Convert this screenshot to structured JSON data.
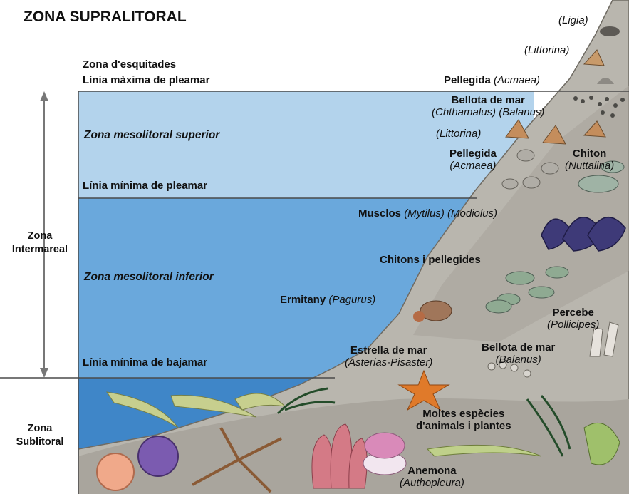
{
  "title": "ZONA SUPRALITORAL",
  "levels": {
    "spray_zone": "Zona d'esquitades",
    "max_high_tide": "Línia màxima de pleamar",
    "upper_mesolittoral": "Zona mesolitoral superior",
    "min_high_tide": "Línia mínima de pleamar",
    "lower_mesolittoral": "Zona mesolitoral inferior",
    "min_low_tide": "Línia mínima de bajamar"
  },
  "side_labels": {
    "intertidal_1": "Zona",
    "intertidal_2": "Intermareal",
    "sublittoral_1": "Zona",
    "sublittoral_2": "Sublitoral"
  },
  "organisms": {
    "ligia": "(Ligia)",
    "littorina_top": "(Littorina)",
    "pellegida_top_name": "Pellegida",
    "pellegida_top_sci": "(Acmaea)",
    "bellota_top_name": "Bellota de mar",
    "bellota_top_sci_1": "(Chthamalus)",
    "bellota_top_sci_2": "(Balanus)",
    "littorina_mid": "(Littorina)",
    "pellegida_mid_name": "Pellegida",
    "pellegida_mid_sci": "(Acmaea)",
    "chiton_name": "Chiton",
    "chiton_sci": "(Nuttalina)",
    "musclos_name": "Musclos",
    "musclos_sci_1": "(Mytilus)",
    "musclos_sci_2": "(Modiolus)",
    "chitons_pellegides": "Chitons i pellegides",
    "ermitany_name": "Ermitany",
    "ermitany_sci": "(Pagurus)",
    "percebe_name": "Percebe",
    "percebe_sci": "(Pollicipes)",
    "estrella_name": "Estrella de mar",
    "estrella_sci": "(Asterias-Pisaster)",
    "bellota_low_name": "Bellota de mar",
    "bellota_low_sci": "(Balanus)",
    "moltes_1": "Moltes espècies",
    "moltes_2": "d'animals i plantes",
    "anemona_name": "Anemona",
    "anemona_sci": "(Authopleura)"
  },
  "colors": {
    "upper_water": "#b3d3ec",
    "lower_water": "#6aa8dc",
    "sublittoral_water": "#3f86c8",
    "rock": "#b9b6ae",
    "line": "#4a4a4a"
  }
}
